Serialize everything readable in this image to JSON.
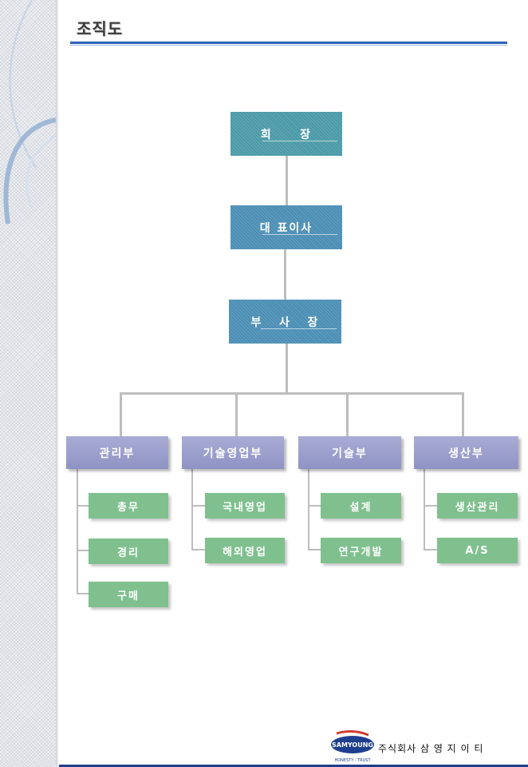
{
  "page_title": "조직도",
  "org": {
    "chairman": "회     장",
    "ceo": "대 표이사",
    "vice_president": "부   사   장",
    "departments": [
      {
        "label": "관리부",
        "subs": [
          "총무",
          "경리",
          "구매"
        ]
      },
      {
        "label": "기술영업부",
        "subs": [
          "국내영업",
          "해외영업"
        ]
      },
      {
        "label": "기술부",
        "subs": [
          "설계",
          "연구개발"
        ]
      },
      {
        "label": "생산부",
        "subs": [
          "생산관리",
          "A/S"
        ]
      }
    ]
  },
  "footer": {
    "company_name": "주식회사 삼 영 지 이 티",
    "logo_text": "SAMYOUNG",
    "logo_tagline": "HONESTY · TRUST"
  },
  "colors": {
    "exec_teal": "#4c9aa8",
    "dept_purple": "#9a9ecb",
    "sub_green": "#7fc08e",
    "accent_blue": "#2d63b8"
  }
}
